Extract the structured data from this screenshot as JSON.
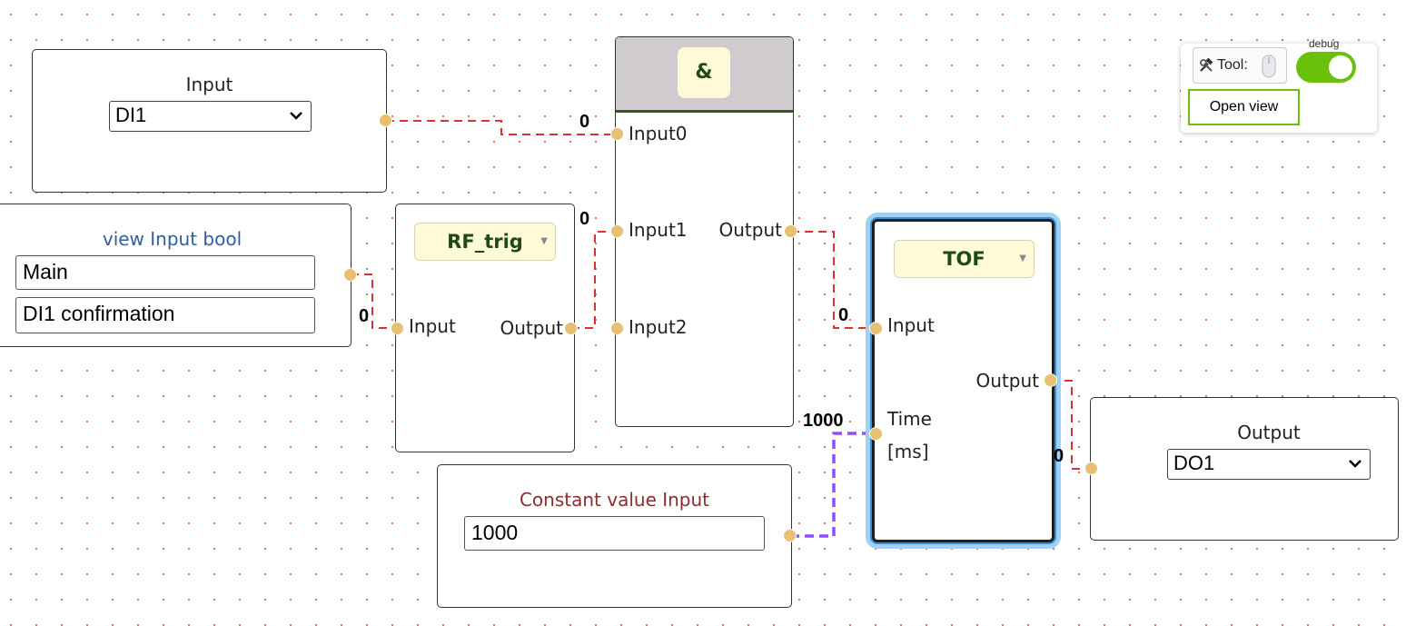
{
  "colors": {
    "wire_bool": "#e03030",
    "wire_number": "#8a4fff",
    "port": "#e8c074",
    "selected_glow": "#9ed2f5",
    "toggle_on": "#6ac10b",
    "and_header": "#d0cbcf"
  },
  "nodes": {
    "input_di": {
      "title": "Input",
      "select_value": "DI1"
    },
    "view_input": {
      "title": "view Input bool",
      "field1": "Main",
      "field2": "DI1 confirmation"
    },
    "rf_trig": {
      "type": "RF_trig",
      "in_label": "Input",
      "out_label": "Output"
    },
    "and_gate": {
      "symbol": "&",
      "in0": "Input0",
      "in1": "Input1",
      "in2": "Input2",
      "out": "Output"
    },
    "tof": {
      "type": "TOF",
      "in_label": "Input",
      "time_label": "Time",
      "time_unit": "[ms]",
      "out_label": "Output"
    },
    "constant": {
      "title": "Constant value Input",
      "value": "1000"
    },
    "output_do": {
      "title": "Output",
      "select_value": "DO1"
    }
  },
  "wire_values": {
    "input_to_and": "0",
    "rf_to_and": "0",
    "view_to_rf": "0",
    "and_to_tof": "0",
    "const_to_tof": "1000",
    "tof_to_output": "0"
  },
  "toolbar": {
    "tool_label": "Tool:",
    "tool_icon": "hammer-wrench-icon",
    "debug_label": "debug",
    "debug_on": true,
    "open_view_label": "Open view"
  }
}
